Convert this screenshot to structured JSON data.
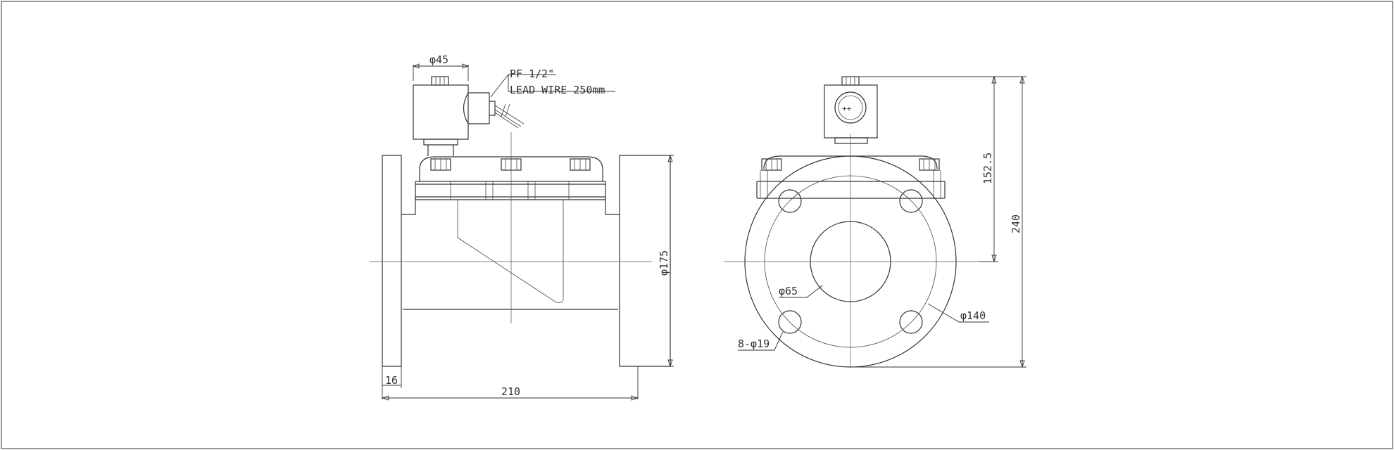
{
  "labels": {
    "coil_diameter": "φ45",
    "thread": "PF 1/2\"",
    "lead_wire": "LEAD WIRE 250mm",
    "flange_diameter": "φ175",
    "flange_thickness": "16",
    "overall_length": "210",
    "height_to_center": "152.5",
    "total_height": "240",
    "bore": "φ65",
    "bolt_circle": "φ140",
    "bolt_holes": "8-φ19"
  }
}
